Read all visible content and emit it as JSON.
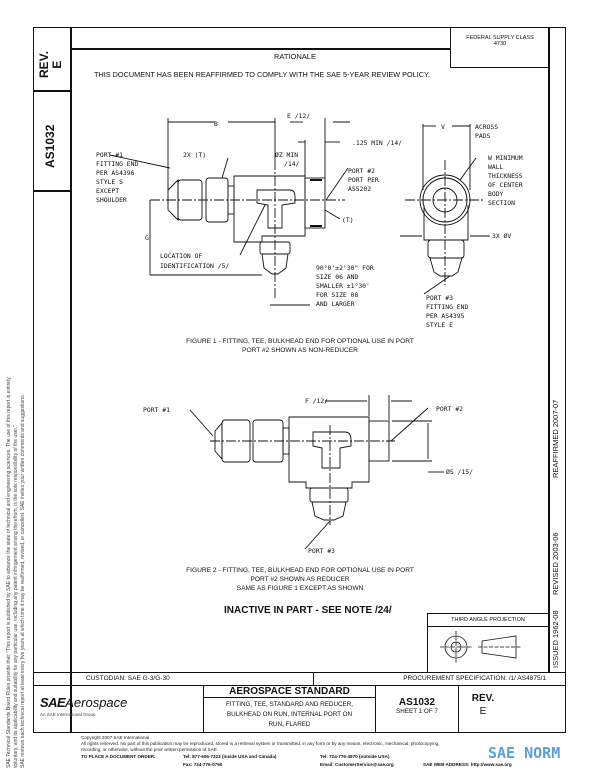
{
  "side_strip": {
    "rev_label": "REV.",
    "rev_value": "E",
    "doc_number": "AS1032"
  },
  "disclaimer": {
    "line1": "SAE Technical Standards Board Rules provide that: \"This report is published by SAE to advance the state of technical and engineering sciences. The use of this report is entirely",
    "line2": "voluntary, and its applicability and suitability for any particular use, including any patent infringement arising therefrom, is the sole responsibility of the user.\"",
    "line3": "SAE reviews each technical report at least every five years at which time it may be reaffirmed, revised, or cancelled. SAE invites your written comments and suggestions."
  },
  "header": {
    "federal_supply_class_label": "FEDERAL SUPPLY CLASS",
    "federal_supply_class_value": "4730",
    "rationale_title": "RATIONALE",
    "rationale_text": "THIS DOCUMENT HAS BEEN REAFFIRMED TO COMPLY WITH THE SAE 5-YEAR REVIEW POLICY."
  },
  "figure1": {
    "dim_b": "B",
    "dim_e": "E /12/",
    "dim_125": ".125 MIN /14/",
    "dim_v": "V",
    "across_pads": [
      "ACROSS",
      "PADS"
    ],
    "port1": [
      "PORT #1",
      "FITTING END",
      "PER AS4396",
      "STYLE S",
      "EXCEPT",
      "SHOULDER"
    ],
    "two_x_t": "2X (T)",
    "z_min": [
      "ØZ MIN",
      "/14/"
    ],
    "port2": [
      "PORT #2",
      "PORT PER",
      "AS5202"
    ],
    "t_label": "(T)",
    "dim_g": "G",
    "location": [
      "LOCATION OF",
      "IDENTIFICATION /5/"
    ],
    "angle_note": [
      "90°0'±2'30\" FOR",
      "SIZE 06 AND",
      "SMALLER ±1°30'",
      "FOR SIZE 08",
      "AND LARGER"
    ],
    "w_note": [
      "W MINIMUM",
      "WALL",
      "THICKNESS",
      "OF CENTER",
      "BODY",
      "SECTION"
    ],
    "three_x_v": "3X ØV",
    "port3": [
      "PORT #3",
      "FITTING END",
      "PER AS4395",
      "STYLE E"
    ],
    "caption": [
      "FIGURE 1 - FITTING, TEE, BULKHEAD END FOR OPTIONAL USE IN PORT",
      "PORT #2 SHOWN AS NON-REDUCER"
    ]
  },
  "figure2": {
    "dim_f": "F /12/",
    "port1": "PORT #1",
    "port2": "PORT #2",
    "dim_s": "ØS /15/",
    "port3": "PORT #3",
    "caption": [
      "FIGURE 2 - FITTING, TEE, BULKHEAD END FOR OPTIONAL USE IN PORT",
      "PORT #2 SHOWN AS REDUCER",
      "SAME AS FIGURE 1 EXCEPT AS SHOWN"
    ]
  },
  "inactive_note": "INACTIVE IN PART - SEE NOTE /24/",
  "projection_label": "THIRD ANGLE PROJECTION",
  "right_strip": {
    "issued": "ISSUED 1962-08",
    "revised": "REVISED 2003-06",
    "reaffirmed": "REAFFIRMED 2007-07"
  },
  "custodian": "CUSTODIAN:  SAE G-3/G-30",
  "procurement": "PROCUREMENT SPECIFICATION:  /1/ AS4875/1",
  "title_block": {
    "logo_sae": "SAE",
    "logo_aerospace": "Aerospace",
    "logo_sub": "An SAE International Group",
    "standard": "AEROSPACE STANDARD",
    "title": [
      "FITTING, TEE, STANDARD AND REDUCER,",
      "BULKHEAD ON RUN, INTERNAL PORT ON",
      "RUN, FLARED"
    ],
    "doc_number": "AS1032",
    "sheet": "SHEET 1 OF 7",
    "rev_label": "REV.",
    "rev_value": "E"
  },
  "footer": {
    "copyright": "Copyright 2007 SAE International",
    "rights": "All rights reserved. No part of this publication may be reproduced, stored in a retrieval system or transmitted, in any form or by any means, electronic, mechanical, photocopying,",
    "rights2": "recording, or otherwise, without the prior written permission of SAE.",
    "order_label": "TO PLACE A DOCUMENT ORDER:",
    "tel1": "Tel: 877-606-7323 (inside USA and Canada)",
    "fax": "Fax: 724-776-0790",
    "tel2": "Tel: 724-776-4970 (outside USA)",
    "email": "Email: CustomerService@sae.org",
    "web": "SAE WEB ADDRESS: http://www.sae.org"
  },
  "watermark": "SAE NORM",
  "colors": {
    "watermark": "#3b8fd6",
    "ink": "#111111"
  }
}
